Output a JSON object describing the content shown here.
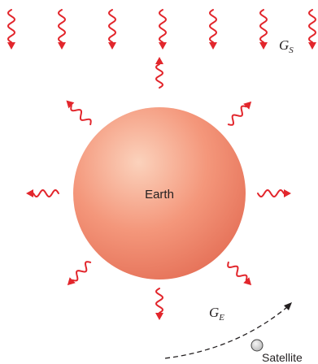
{
  "labels": {
    "earth": "Earth",
    "satellite": "Satellite",
    "solar_flux": {
      "symbol": "G",
      "subscript": "S"
    },
    "earth_flux": {
      "symbol": "G",
      "subscript": "E"
    }
  },
  "colors": {
    "arrow": "#e2262c",
    "earth_highlight": "#fbd2bc",
    "earth_mid": "#f4977b",
    "earth_edge": "#e6735a",
    "satellite_fill": "#cfcfcf",
    "text": "#231f20"
  },
  "elements": {
    "incoming_solar_arrows": 7,
    "emitted_earth_arrows": 8
  }
}
